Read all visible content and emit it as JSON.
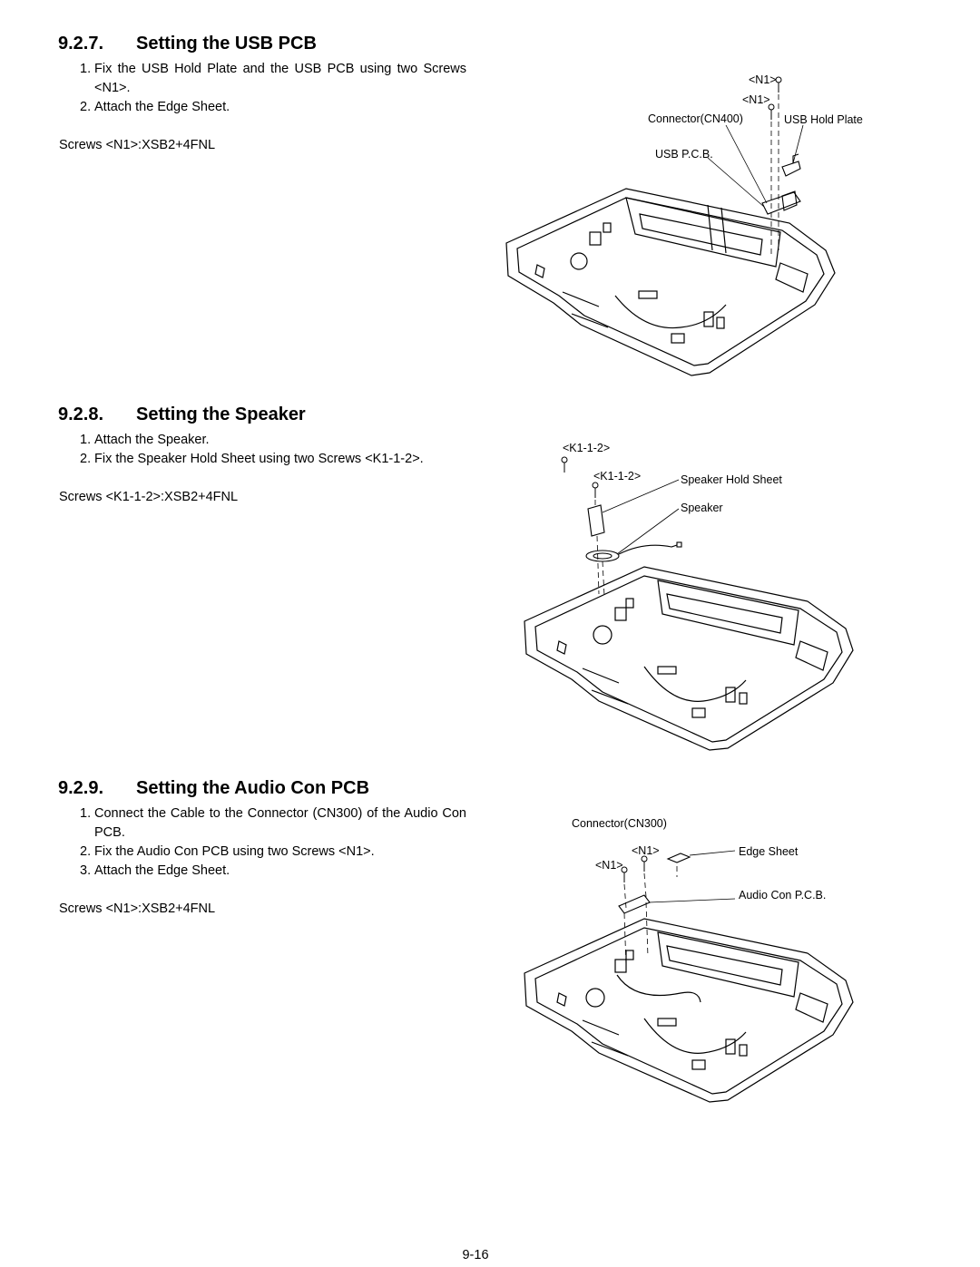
{
  "sections": [
    {
      "number": "9.2.7.",
      "title": "Setting the USB PCB",
      "steps": [
        {
          "n": "1.",
          "text": "Fix the USB Hold Plate and the USB PCB using two Screws <N1>."
        },
        {
          "n": "2.",
          "text": "Attach the Edge Sheet."
        }
      ],
      "screws": "Screws <N1>:XSB2+4FNL",
      "figure_labels": {
        "n1_top": "<N1>",
        "n1_second": "<N1>",
        "connector": "Connector(CN400)",
        "hold_plate": "USB Hold Plate",
        "pcb": "USB P.C.B."
      }
    },
    {
      "number": "9.2.8.",
      "title": "Setting the Speaker",
      "steps": [
        {
          "n": "1.",
          "text": "Attach the Speaker."
        },
        {
          "n": "2.",
          "text": "Fix the Speaker Hold Sheet using two Screws <K1-1-2>."
        }
      ],
      "screws": "Screws <K1-1-2>:XSB2+4FNL",
      "figure_labels": {
        "k_top": "<K1-1-2>",
        "k_second": "<K1-1-2>",
        "hold_sheet": "Speaker Hold Sheet",
        "speaker": "Speaker"
      }
    },
    {
      "number": "9.2.9.",
      "title": "Setting the Audio Con PCB",
      "steps": [
        {
          "n": "1.",
          "text": "Connect the Cable to the Connector (CN300) of the Audio Con PCB."
        },
        {
          "n": "2.",
          "text": "Fix the Audio Con PCB using two Screws <N1>."
        },
        {
          "n": "3.",
          "text": "Attach the Edge Sheet."
        }
      ],
      "screws": "Screws <N1>:XSB2+4FNL",
      "figure_labels": {
        "connector": "Connector(CN300)",
        "n1_right": "<N1>",
        "n1_left": "<N1>",
        "edge_sheet": "Edge Sheet",
        "pcb": "Audio Con P.C.B."
      }
    }
  ],
  "page_number": "9-16"
}
